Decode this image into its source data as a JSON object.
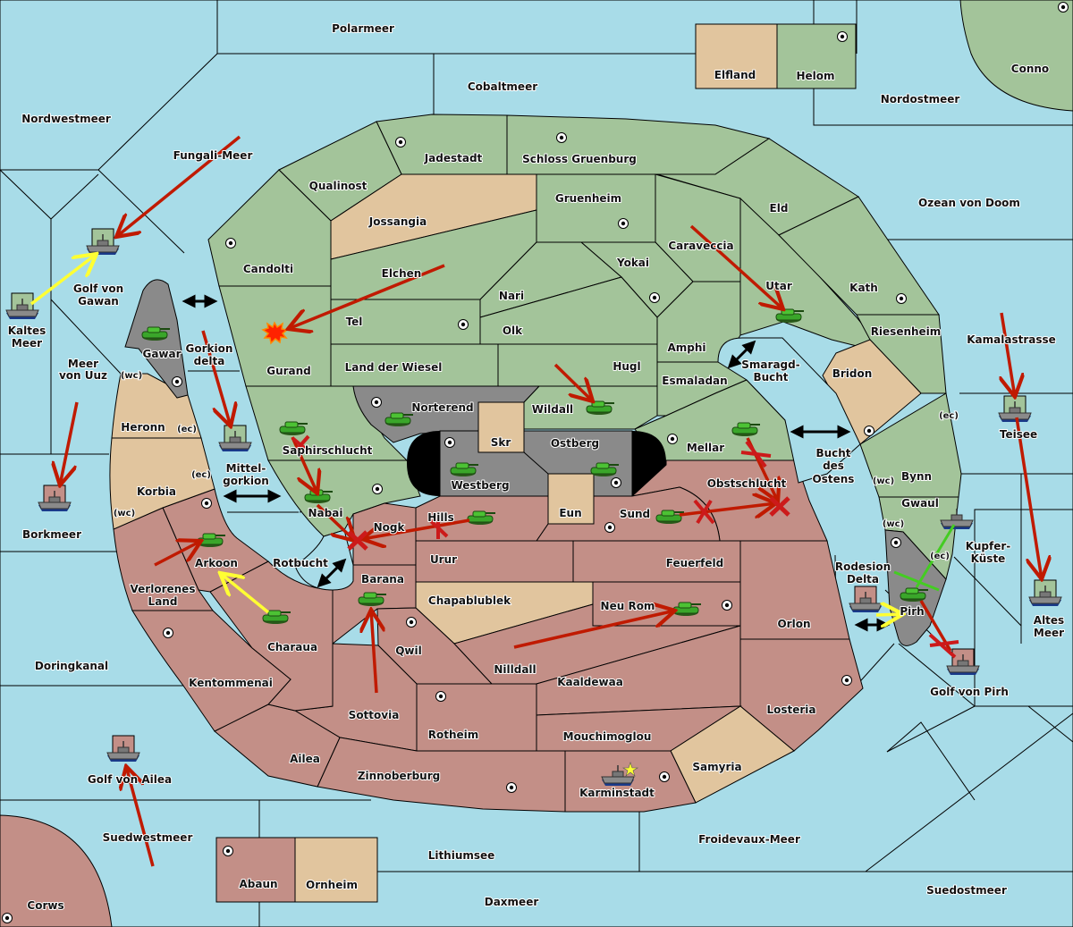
{
  "title": "Diplomacy-style map",
  "colors": {
    "sea": "#a8dce8",
    "power_green": "#a3c49a",
    "power_red": "#c38f87",
    "neutral_tan": "#e1c59e",
    "impassable_gray": "#8a8a8a",
    "order_move": "#c01a00",
    "order_support": "#ffff33",
    "order_convoy": "#44cc22"
  },
  "sea_regions": [
    {
      "name": "Polarmeer"
    },
    {
      "name": "Cobaltmeer"
    },
    {
      "name": "Nordostmeer"
    },
    {
      "name": "Nordwestmeer"
    },
    {
      "name": "Fungali-Meer"
    },
    {
      "name": "Golf von Gawan"
    },
    {
      "name": "Kaltes Meer"
    },
    {
      "name": "Meer von Uuz"
    },
    {
      "name": "Gorkion delta"
    },
    {
      "name": "Mittel-gorkion"
    },
    {
      "name": "Borkmeer"
    },
    {
      "name": "Rotbucht"
    },
    {
      "name": "Doringkanal"
    },
    {
      "name": "Golf von Ailea"
    },
    {
      "name": "Suedwestmeer"
    },
    {
      "name": "Lithiumsee"
    },
    {
      "name": "Daxmeer"
    },
    {
      "name": "Froidevaux-Meer"
    },
    {
      "name": "Suedostmeer"
    },
    {
      "name": "Golf von Pirh"
    },
    {
      "name": "Altes Meer"
    },
    {
      "name": "Kupfer-Küste"
    },
    {
      "name": "Teisee"
    },
    {
      "name": "Kamalastrasse"
    },
    {
      "name": "Ozean von Doom"
    },
    {
      "name": "Bucht des Ostens"
    },
    {
      "name": "Smaragd-Bucht"
    },
    {
      "name": "Rodesion Delta"
    }
  ],
  "labels": {
    "polarmeer": "Polarmeer",
    "cobaltmeer": "Cobaltmeer",
    "nordostmeer": "Nordostmeer",
    "nordwestmeer": "Nordwestmeer",
    "fungali": "Fungali-Meer",
    "gawan1": "Golf von",
    "gawan2": "Gawan",
    "kaltes1": "Kaltes",
    "kaltes2": "Meer",
    "uuz1": "Meer",
    "uuz2": "von Uuz",
    "gorkion1": "Gorkion",
    "gorkion2": "delta",
    "mittel1": "Mittel-",
    "mittel2": "gorkion",
    "borkmeer": "Borkmeer",
    "rotbucht": "Rotbucht",
    "doringkanal": "Doringkanal",
    "ailea_golf": "Golf von Ailea",
    "suedwestmeer": "Suedwestmeer",
    "lithiumsee": "Lithiumsee",
    "daxmeer": "Daxmeer",
    "froidevaux": "Froidevaux-Meer",
    "suedostmeer": "Suedostmeer",
    "pirh_golf": "Golf von Pirh",
    "altes1": "Altes",
    "altes2": "Meer",
    "kupfer1": "Kupfer-",
    "kupfer2": "Küste",
    "teisee": "Teisee",
    "kamala": "Kamalastrasse",
    "ozean": "Ozean von Doom",
    "bucht1": "Bucht",
    "bucht2": "des",
    "bucht3": "Ostens",
    "smaragd1": "Smaragd-",
    "smaragd2": "Bucht",
    "rodesion1": "Rodesion",
    "rodesion2": "Delta",
    "elfland": "Elfland",
    "helom": "Helom",
    "conno": "Conno",
    "corws": "Corws",
    "abaun": "Abaun",
    "ornheim": "Ornheim",
    "jadestadt": "Jadestadt",
    "schloss": "Schloss Gruenburg",
    "qualinost": "Qualinost",
    "jossangia": "Jossangia",
    "gruenheim": "Gruenheim",
    "eld": "Eld",
    "candolti": "Candolti",
    "elchen": "Elchen",
    "caraveccia": "Caraveccia",
    "yokai": "Yokai",
    "nari": "Nari",
    "utar": "Utar",
    "kath": "Kath",
    "tel": "Tel",
    "olk": "Olk",
    "riesenheim": "Riesenheim",
    "amphi": "Amphi",
    "gurand": "Gurand",
    "landwiesel": "Land der Wiesel",
    "hugl": "Hugl",
    "esmaladan": "Esmaladan",
    "bridon": "Bridon",
    "norterend": "Norterend",
    "wildall": "Wildall",
    "skr": "Skr",
    "ostberg": "Ostberg",
    "mellar": "Mellar",
    "westberg": "Westberg",
    "saphir": "Saphirschlucht",
    "bynn": "Bynn",
    "gwaul": "Gwaul",
    "eun": "Eun",
    "sund": "Sund",
    "obstschlucht": "Obstschlucht",
    "nabai": "Nabai",
    "nogk": "Nogk",
    "hills": "Hills",
    "gawar": "Gawar",
    "heronn": "Heronn",
    "korbia": "Korbia",
    "arkoon": "Arkoon",
    "verlorenes1": "Verlorenes",
    "verlorenes2": "Land",
    "barana": "Barana",
    "urur": "Urur",
    "feuerfeld": "Feuerfeld",
    "chapablublek": "Chapablublek",
    "neurom": "Neu Rom",
    "orlon": "Orlon",
    "pirh": "Pirh",
    "charaua": "Charaua",
    "qwil": "Qwil",
    "nilldall": "Nilldall",
    "kaaldewaa": "Kaaldewaa",
    "kentommenai": "Kentommenai",
    "sottovia": "Sottovia",
    "rotheim": "Rotheim",
    "losteria": "Losteria",
    "mouchimoglou": "Mouchimoglou",
    "ailea": "Ailea",
    "zinnoberburg": "Zinnoberburg",
    "samyria": "Samyria",
    "karminstadt": "Karminstadt",
    "wc": "(wc)",
    "ec": "(ec)"
  },
  "units": [
    {
      "type": "fleet",
      "owner": "green",
      "location": "Golf von Gawan"
    },
    {
      "type": "fleet",
      "owner": "green",
      "location": "Kaltes Meer"
    },
    {
      "type": "army",
      "owner": "green",
      "location": "Gawar"
    },
    {
      "type": "army",
      "owner": "green",
      "location": "Gurand",
      "status": "dislodged"
    },
    {
      "type": "fleet",
      "owner": "green",
      "location": "Mittel-gorkion"
    },
    {
      "type": "fleet",
      "owner": "red",
      "location": "Borkmeer"
    },
    {
      "type": "army",
      "owner": "green",
      "location": "Saphirschlucht"
    },
    {
      "type": "army",
      "owner": "green",
      "location": "Nabai"
    },
    {
      "type": "army",
      "owner": "green",
      "location": "Norterend"
    },
    {
      "type": "army",
      "owner": "green",
      "location": "Wildall"
    },
    {
      "type": "army",
      "owner": "green",
      "location": "Westberg"
    },
    {
      "type": "army",
      "owner": "green",
      "location": "Ostberg"
    },
    {
      "type": "army",
      "owner": "green",
      "location": "Utar"
    },
    {
      "type": "army",
      "owner": "green",
      "location": "Mellar"
    },
    {
      "type": "army",
      "owner": "green",
      "location": "Hills"
    },
    {
      "type": "army",
      "owner": "green",
      "location": "Sund"
    },
    {
      "type": "army",
      "owner": "green",
      "location": "Arkoon"
    },
    {
      "type": "army",
      "owner": "green",
      "location": "Charaua"
    },
    {
      "type": "army",
      "owner": "green",
      "location": "Barana"
    },
    {
      "type": "army",
      "owner": "green",
      "location": "Neu Rom"
    },
    {
      "type": "fleet",
      "owner": "green",
      "location": "Teisee"
    },
    {
      "type": "fleet",
      "owner": "green",
      "location": "Altes Meer"
    },
    {
      "type": "fleet",
      "owner": "green",
      "location": "Gwaul (ec)"
    },
    {
      "type": "army",
      "owner": "green",
      "location": "Pirh"
    },
    {
      "type": "fleet",
      "owner": "red",
      "location": "Rodesion Delta"
    },
    {
      "type": "fleet",
      "owner": "red",
      "location": "Golf von Pirh"
    },
    {
      "type": "fleet",
      "owner": "red",
      "location": "Golf von Ailea"
    },
    {
      "type": "fleet",
      "owner": "red",
      "location": "Karminstadt",
      "marker": "star"
    }
  ]
}
